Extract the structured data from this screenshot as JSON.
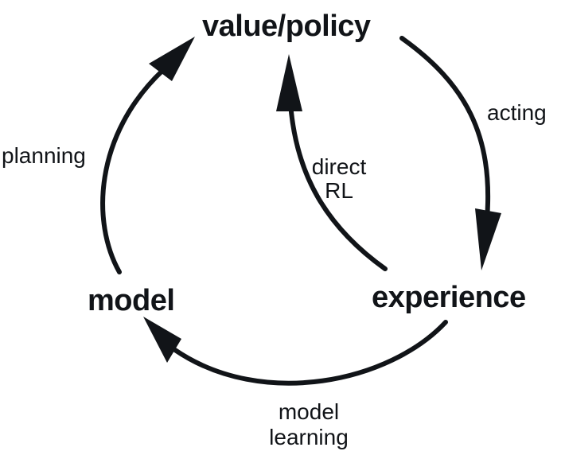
{
  "nodes": {
    "value_policy": "value/policy",
    "experience": "experience",
    "model": "model"
  },
  "edges": {
    "acting": "acting",
    "planning": "planning",
    "direct_rl": [
      "direct",
      "RL"
    ],
    "model_learning": [
      "model",
      "learning"
    ]
  },
  "colors": {
    "ink": "#111418",
    "background": "#ffffff"
  }
}
